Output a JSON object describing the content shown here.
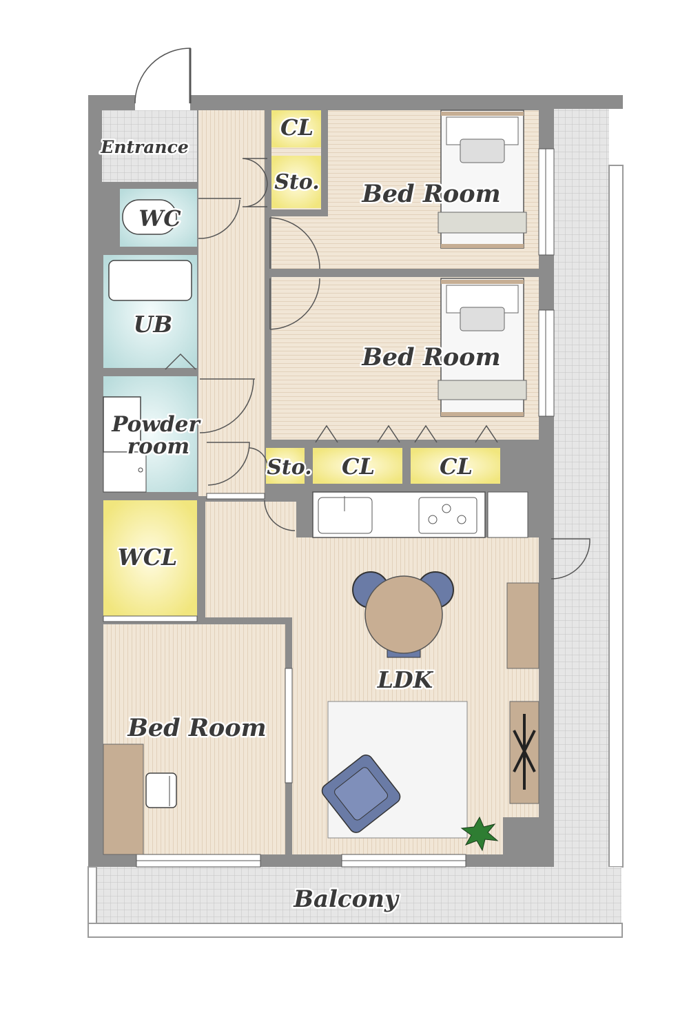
{
  "rooms": {
    "entrance": "Entrance",
    "cl_top": "CL",
    "sto_top": "Sto.",
    "bed_room_1": "Bed Room",
    "wc": "WC",
    "ub": "UB",
    "bed_room_2": "Bed Room",
    "powder_room_line1": "Powder",
    "powder_room_line2": "room",
    "sto_mid": "Sto.",
    "cl_mid_1": "CL",
    "cl_mid_2": "CL",
    "wcl": "WCL",
    "ldk": "LDK",
    "bed_room_3": "Bed Room",
    "balcony": "Balcony"
  },
  "colors": {
    "wall": "#8c8c8c",
    "floor_wood": "#efe3d2",
    "closet_glow": "#f6ef9e",
    "wet_area": "#cde6e6",
    "tile": "#d9d9d9",
    "sofa": "#6a7ba6",
    "table": "#c8ae93",
    "desk": "#c6ae94",
    "bed_white": "#f7f7f7",
    "plant": "#2e7d32"
  }
}
